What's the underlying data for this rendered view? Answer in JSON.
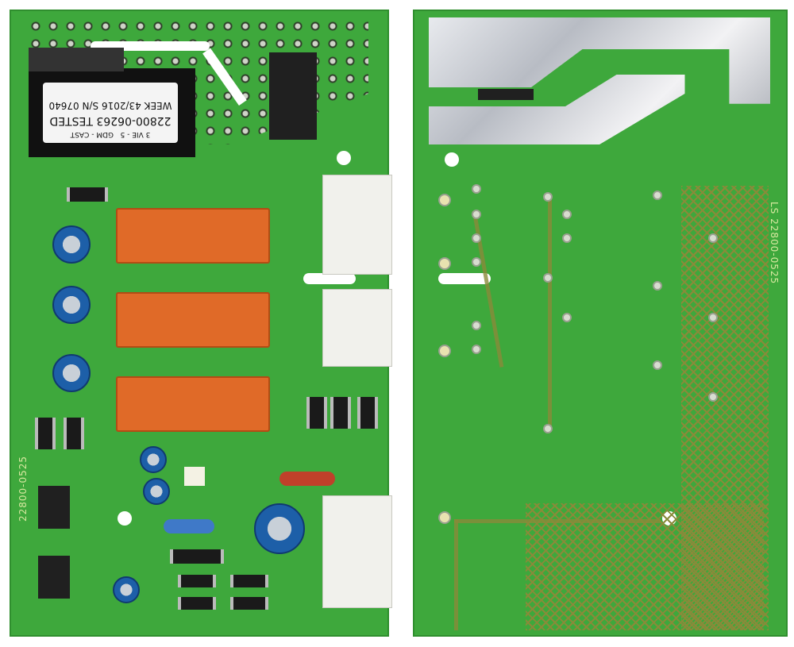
{
  "image": {
    "description_colors": {
      "board_green": "#3ea83c",
      "relay_orange": "#e06a28",
      "trace": "#8a8a3a"
    },
    "component_label": {
      "line1": "3 VIE - 5",
      "line1b": "GDM - CAST",
      "line2": "22800-06263 TESTED",
      "line3": "WEEK 43/2016 S/N 07640"
    },
    "silkscreen_left": "22800-0525",
    "silkscreen_right": "LS 22800-0525"
  }
}
